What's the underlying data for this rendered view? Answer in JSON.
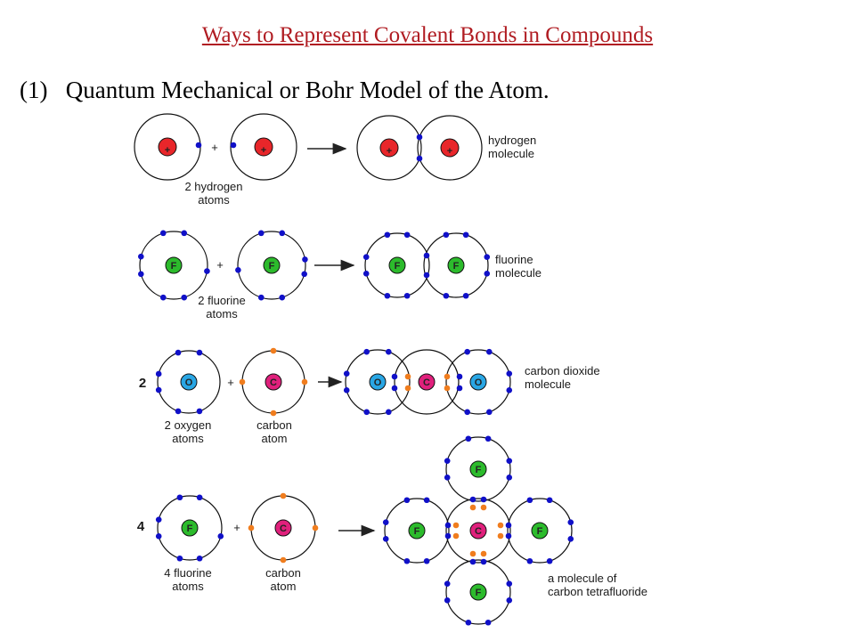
{
  "heading": {
    "title": "Ways to Represent Covalent Bonds in Compounds",
    "subtitle": "(1)   Quantum Mechanical or Bohr Model of the Atom."
  },
  "colors": {
    "title": "#b01c22",
    "electron_blue": "#1010c8",
    "electron_orange": "#f07d1e",
    "hydrogen_nucleus": "#e8262a",
    "fluorine_nucleus": "#2cbb2c",
    "oxygen_nucleus": "#29a6e4",
    "carbon_nucleus": "#e0207c"
  },
  "rows": {
    "hydrogen": {
      "plus": "+",
      "reactant_label": [
        "2 hydrogen",
        "atoms"
      ],
      "product_label": [
        "hydrogen",
        "molecule"
      ],
      "nucleus_symbol": "+"
    },
    "fluorine": {
      "plus": "+",
      "reactant_label": [
        "2 fluorine",
        "atoms"
      ],
      "product_label": [
        "fluorine",
        "molecule"
      ],
      "nucleus_symbol": "F"
    },
    "co2": {
      "coefficient": "2",
      "plus": "+",
      "reactant_label_1": [
        "2 oxygen",
        "atoms"
      ],
      "reactant_label_2": [
        "carbon",
        "atom"
      ],
      "product_label": [
        "carbon dioxide",
        "molecule"
      ],
      "oxygen_symbol": "O",
      "carbon_symbol": "C"
    },
    "cf4": {
      "coefficient": "4",
      "plus": "+",
      "reactant_label_1": [
        "4 fluorine",
        "atoms"
      ],
      "reactant_label_2": [
        "carbon",
        "atom"
      ],
      "product_label": [
        "a molecule of",
        "carbon tetrafluoride"
      ],
      "fluorine_symbol": "F",
      "carbon_symbol": "C"
    }
  }
}
